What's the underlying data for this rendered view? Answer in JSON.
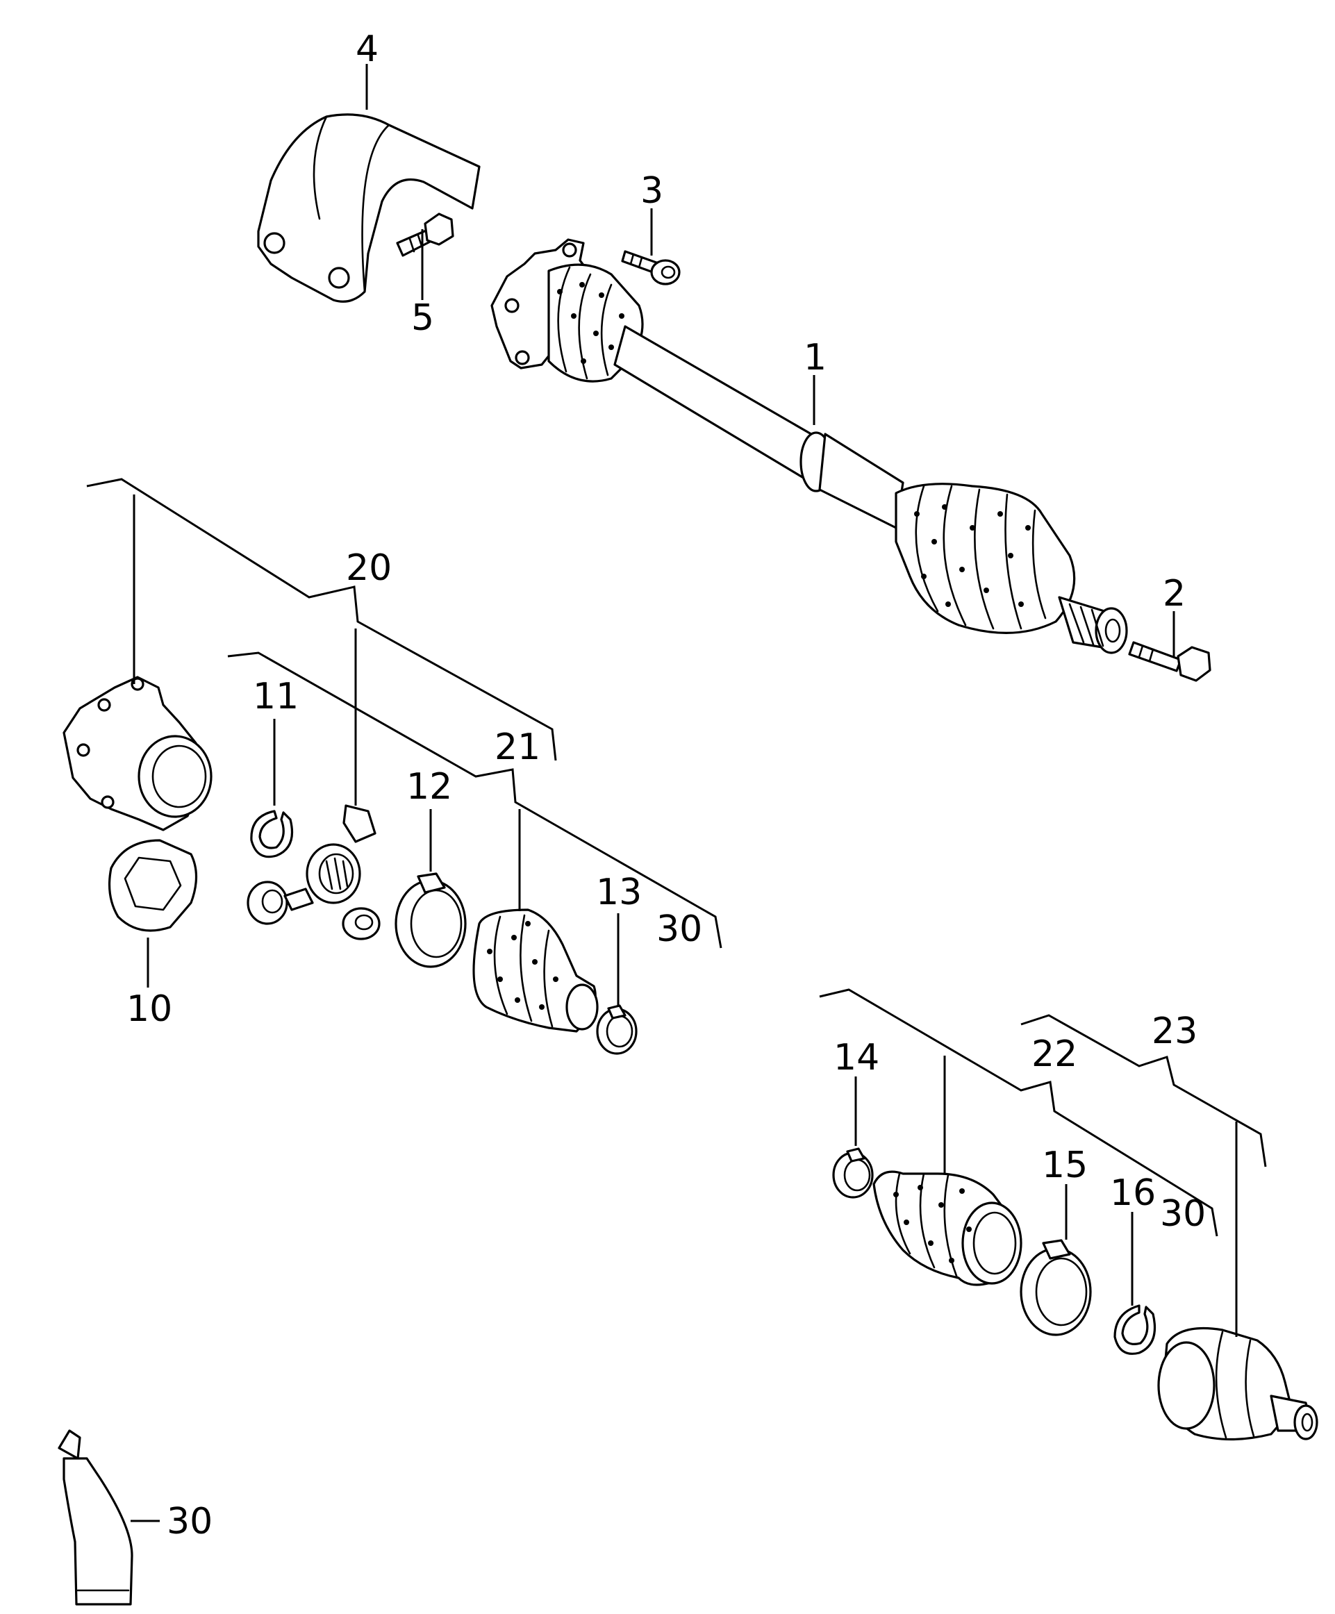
{
  "callouts": {
    "c1": "1",
    "c2": "2",
    "c3": "3",
    "c4": "4",
    "c5": "5",
    "c10": "10",
    "c11": "11",
    "c12": "12",
    "c13": "13",
    "c14": "14",
    "c15": "15",
    "c16": "16",
    "c20": "20",
    "c21": "21",
    "c22": "22",
    "c23": "23",
    "c30a": "30",
    "c30b": "30",
    "c30c": "30"
  }
}
